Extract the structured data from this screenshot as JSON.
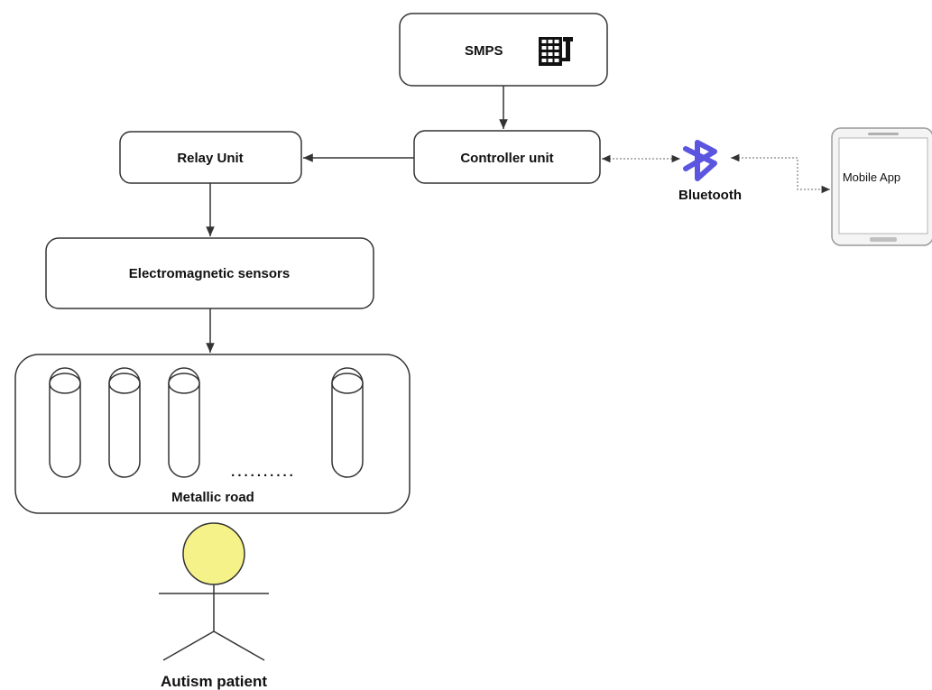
{
  "nodes": {
    "smps": {
      "label": "SMPS",
      "icon": "power-supply-icon"
    },
    "controller": {
      "label": "Controller unit"
    },
    "relay": {
      "label": "Relay Unit"
    },
    "sensors": {
      "label": "Electromagnetic sensors"
    },
    "road": {
      "label": "Metallic road",
      "ellipsis": "..........",
      "rod_count": 4
    },
    "bluetooth": {
      "label": "Bluetooth",
      "icon": "bluetooth-icon",
      "color": "#5b55e0"
    },
    "mobile": {
      "label": "Mobile App",
      "icon": "smartphone-icon"
    },
    "actor": {
      "label": "Autism patient",
      "icon": "stick-figure-icon",
      "head_color": "#f6f28a"
    }
  },
  "edges": [
    {
      "from": "SMPS",
      "to": "Controller unit",
      "style": "solid"
    },
    {
      "from": "Controller unit",
      "to": "Relay Unit",
      "style": "solid"
    },
    {
      "from": "Relay Unit",
      "to": "Electromagnetic sensors",
      "style": "solid"
    },
    {
      "from": "Electromagnetic sensors",
      "to": "Metallic road",
      "style": "solid"
    },
    {
      "from": "Controller unit",
      "to": "Bluetooth",
      "style": "dotted",
      "bidirectional": true
    },
    {
      "from": "Bluetooth",
      "to": "Mobile App",
      "style": "dotted",
      "bidirectional": true
    }
  ],
  "colors": {
    "box_stroke": "#333333",
    "arrow": "#333333",
    "dotted_connector": "#999999"
  }
}
